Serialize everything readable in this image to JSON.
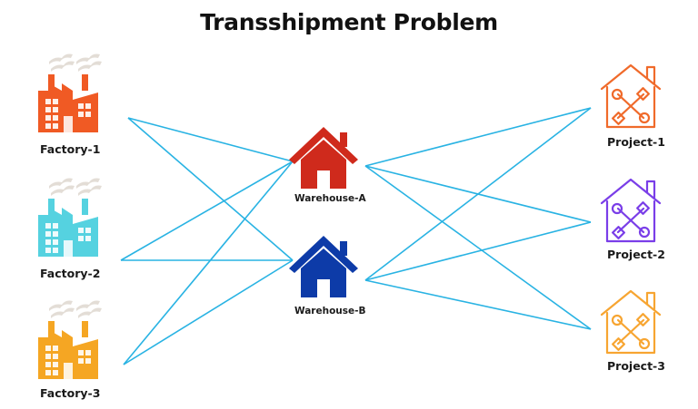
{
  "title": "Transshipment Problem",
  "colors": {
    "edge": "#29b3e3",
    "smoke": "#e3ddd6",
    "factory_1": "#f05a24",
    "factory_2": "#55d2e0",
    "factory_3": "#f5a623",
    "warehouse_a": "#cf2a1c",
    "warehouse_b": "#0d3ba8",
    "project_1": "#f06a2a",
    "project_2": "#7a3ee8",
    "project_3": "#f7a531"
  },
  "factories": [
    {
      "id": "f1",
      "label": "Factory-1",
      "color_key": "factory_1"
    },
    {
      "id": "f2",
      "label": "Factory-2",
      "color_key": "factory_2"
    },
    {
      "id": "f3",
      "label": "Factory-3",
      "color_key": "factory_3"
    }
  ],
  "warehouses": [
    {
      "id": "wa",
      "label": "Warehouse-A",
      "color_key": "warehouse_a"
    },
    {
      "id": "wb",
      "label": "Warehouse-B",
      "color_key": "warehouse_b"
    }
  ],
  "projects": [
    {
      "id": "p1",
      "label": "Project-1",
      "color_key": "project_1"
    },
    {
      "id": "p2",
      "label": "Project-2",
      "color_key": "project_2"
    },
    {
      "id": "p3",
      "label": "Project-3",
      "color_key": "project_3"
    }
  ],
  "connections": [
    {
      "from": "f1",
      "to": "wa"
    },
    {
      "from": "f1",
      "to": "wb"
    },
    {
      "from": "f2",
      "to": "wa"
    },
    {
      "from": "f2",
      "to": "wb"
    },
    {
      "from": "f3",
      "to": "wa"
    },
    {
      "from": "f3",
      "to": "wb"
    },
    {
      "from": "wa",
      "to": "p1"
    },
    {
      "from": "wa",
      "to": "p2"
    },
    {
      "from": "wa",
      "to": "p3"
    },
    {
      "from": "wb",
      "to": "p1"
    },
    {
      "from": "wb",
      "to": "p2"
    },
    {
      "from": "wb",
      "to": "p3"
    }
  ]
}
